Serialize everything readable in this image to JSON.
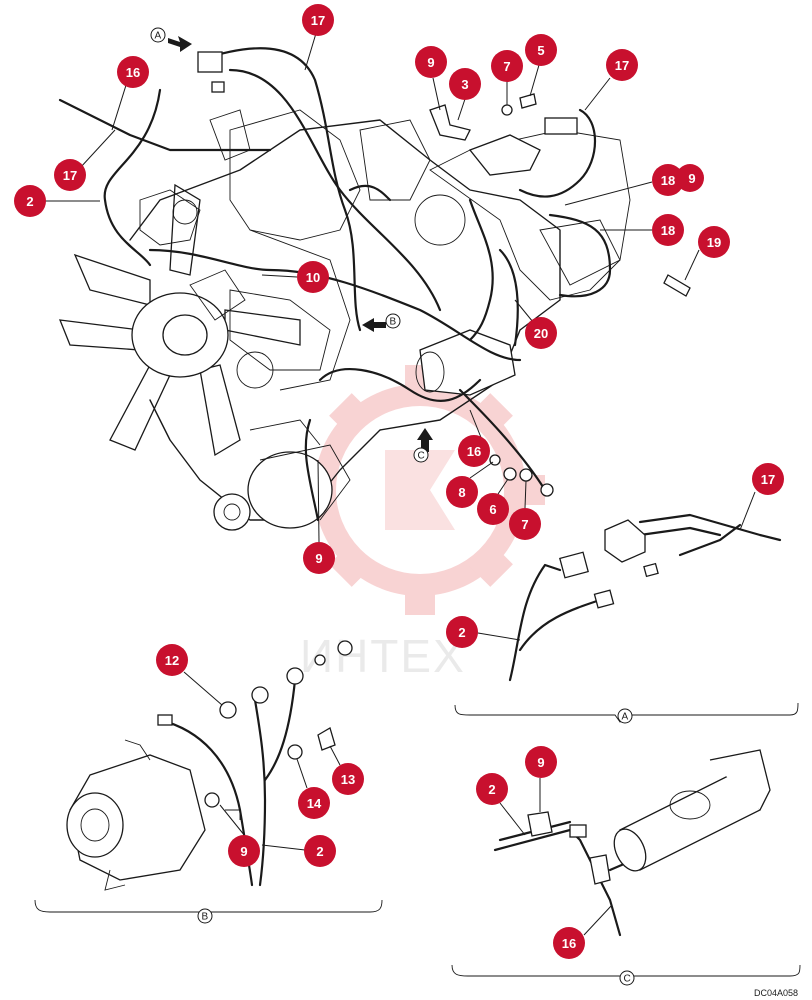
{
  "watermark": {
    "text": "ИНТЕХ",
    "color": "#f5c4c4"
  },
  "callout_color": "#c8102e",
  "callouts": [
    {
      "id": "c-16-top",
      "label": "16"
    },
    {
      "id": "c-17-top",
      "label": "17"
    },
    {
      "id": "c-17-left",
      "label": "17"
    },
    {
      "id": "c-2-left",
      "label": "2"
    },
    {
      "id": "c-9-top",
      "label": "9"
    },
    {
      "id": "c-3",
      "label": "3"
    },
    {
      "id": "c-7-top",
      "label": "7"
    },
    {
      "id": "c-5",
      "label": "5"
    },
    {
      "id": "c-17-right",
      "label": "17"
    },
    {
      "id": "c-18-a",
      "label": "18"
    },
    {
      "id": "c-9-right",
      "label": "9"
    },
    {
      "id": "c-18-b",
      "label": "18"
    },
    {
      "id": "c-19",
      "label": "19"
    },
    {
      "id": "c-10",
      "label": "10"
    },
    {
      "id": "c-20",
      "label": "20"
    },
    {
      "id": "c-16-mid",
      "label": "16"
    },
    {
      "id": "c-8",
      "label": "8"
    },
    {
      "id": "c-6",
      "label": "6"
    },
    {
      "id": "c-7-mid",
      "label": "7"
    },
    {
      "id": "c-9-mid",
      "label": "9"
    },
    {
      "id": "c-17-a",
      "label": "17"
    },
    {
      "id": "c-2-a",
      "label": "2"
    },
    {
      "id": "c-12",
      "label": "12"
    },
    {
      "id": "c-13",
      "label": "13"
    },
    {
      "id": "c-14",
      "label": "14"
    },
    {
      "id": "c-9-b",
      "label": "9"
    },
    {
      "id": "c-2-b",
      "label": "2"
    },
    {
      "id": "c-2-c",
      "label": "2"
    },
    {
      "id": "c-9-c",
      "label": "9"
    },
    {
      "id": "c-16-c",
      "label": "16"
    }
  ],
  "view_markers": [
    {
      "id": "arrow-a",
      "letter": "A"
    },
    {
      "id": "arrow-b",
      "letter": "B"
    },
    {
      "id": "arrow-c",
      "letter": "C"
    },
    {
      "id": "view-a",
      "letter": "A"
    },
    {
      "id": "view-b",
      "letter": "B"
    },
    {
      "id": "view-c",
      "letter": "C"
    }
  ],
  "reference_code": "DC04A058"
}
